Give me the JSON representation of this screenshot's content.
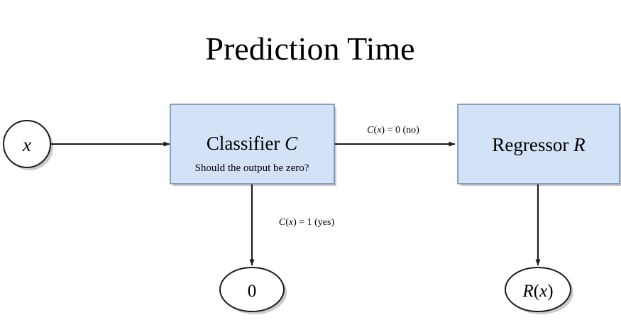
{
  "title": "Prediction Time",
  "colors": {
    "box_fill": "#d3e2f7",
    "box_border": "#6f8fb5",
    "node_fill": "#ffffff",
    "node_border": "#1a1a1a",
    "edge": "#1a1a1a",
    "text": "#000000",
    "background": "#ffffff"
  },
  "nodes": {
    "input": {
      "label": "x",
      "shape": "circle"
    },
    "classifier": {
      "label": "Classifier",
      "symbol": "C",
      "subtitle": "Should the output be zero?",
      "shape": "rectangle"
    },
    "regressor": {
      "label": "Regressor",
      "symbol": "R",
      "shape": "rectangle"
    },
    "zero_output": {
      "label": "0",
      "shape": "ellipse"
    },
    "regressor_output": {
      "label_r": "R",
      "label_paren_open": "(",
      "label_x": "x",
      "label_paren_close": ")",
      "shape": "ellipse"
    }
  },
  "edges": {
    "input_to_classifier": {
      "label": ""
    },
    "classifier_to_regressor": {
      "label_fn": "C",
      "label_open": "(",
      "label_arg": "x",
      "label_close": ")",
      "label_eq": " = 0 (no)"
    },
    "classifier_to_zero": {
      "label_fn": "C",
      "label_open": "(",
      "label_arg": "x",
      "label_close": ")",
      "label_eq": " = 1 (yes)"
    },
    "regressor_to_output": {
      "label": ""
    }
  }
}
